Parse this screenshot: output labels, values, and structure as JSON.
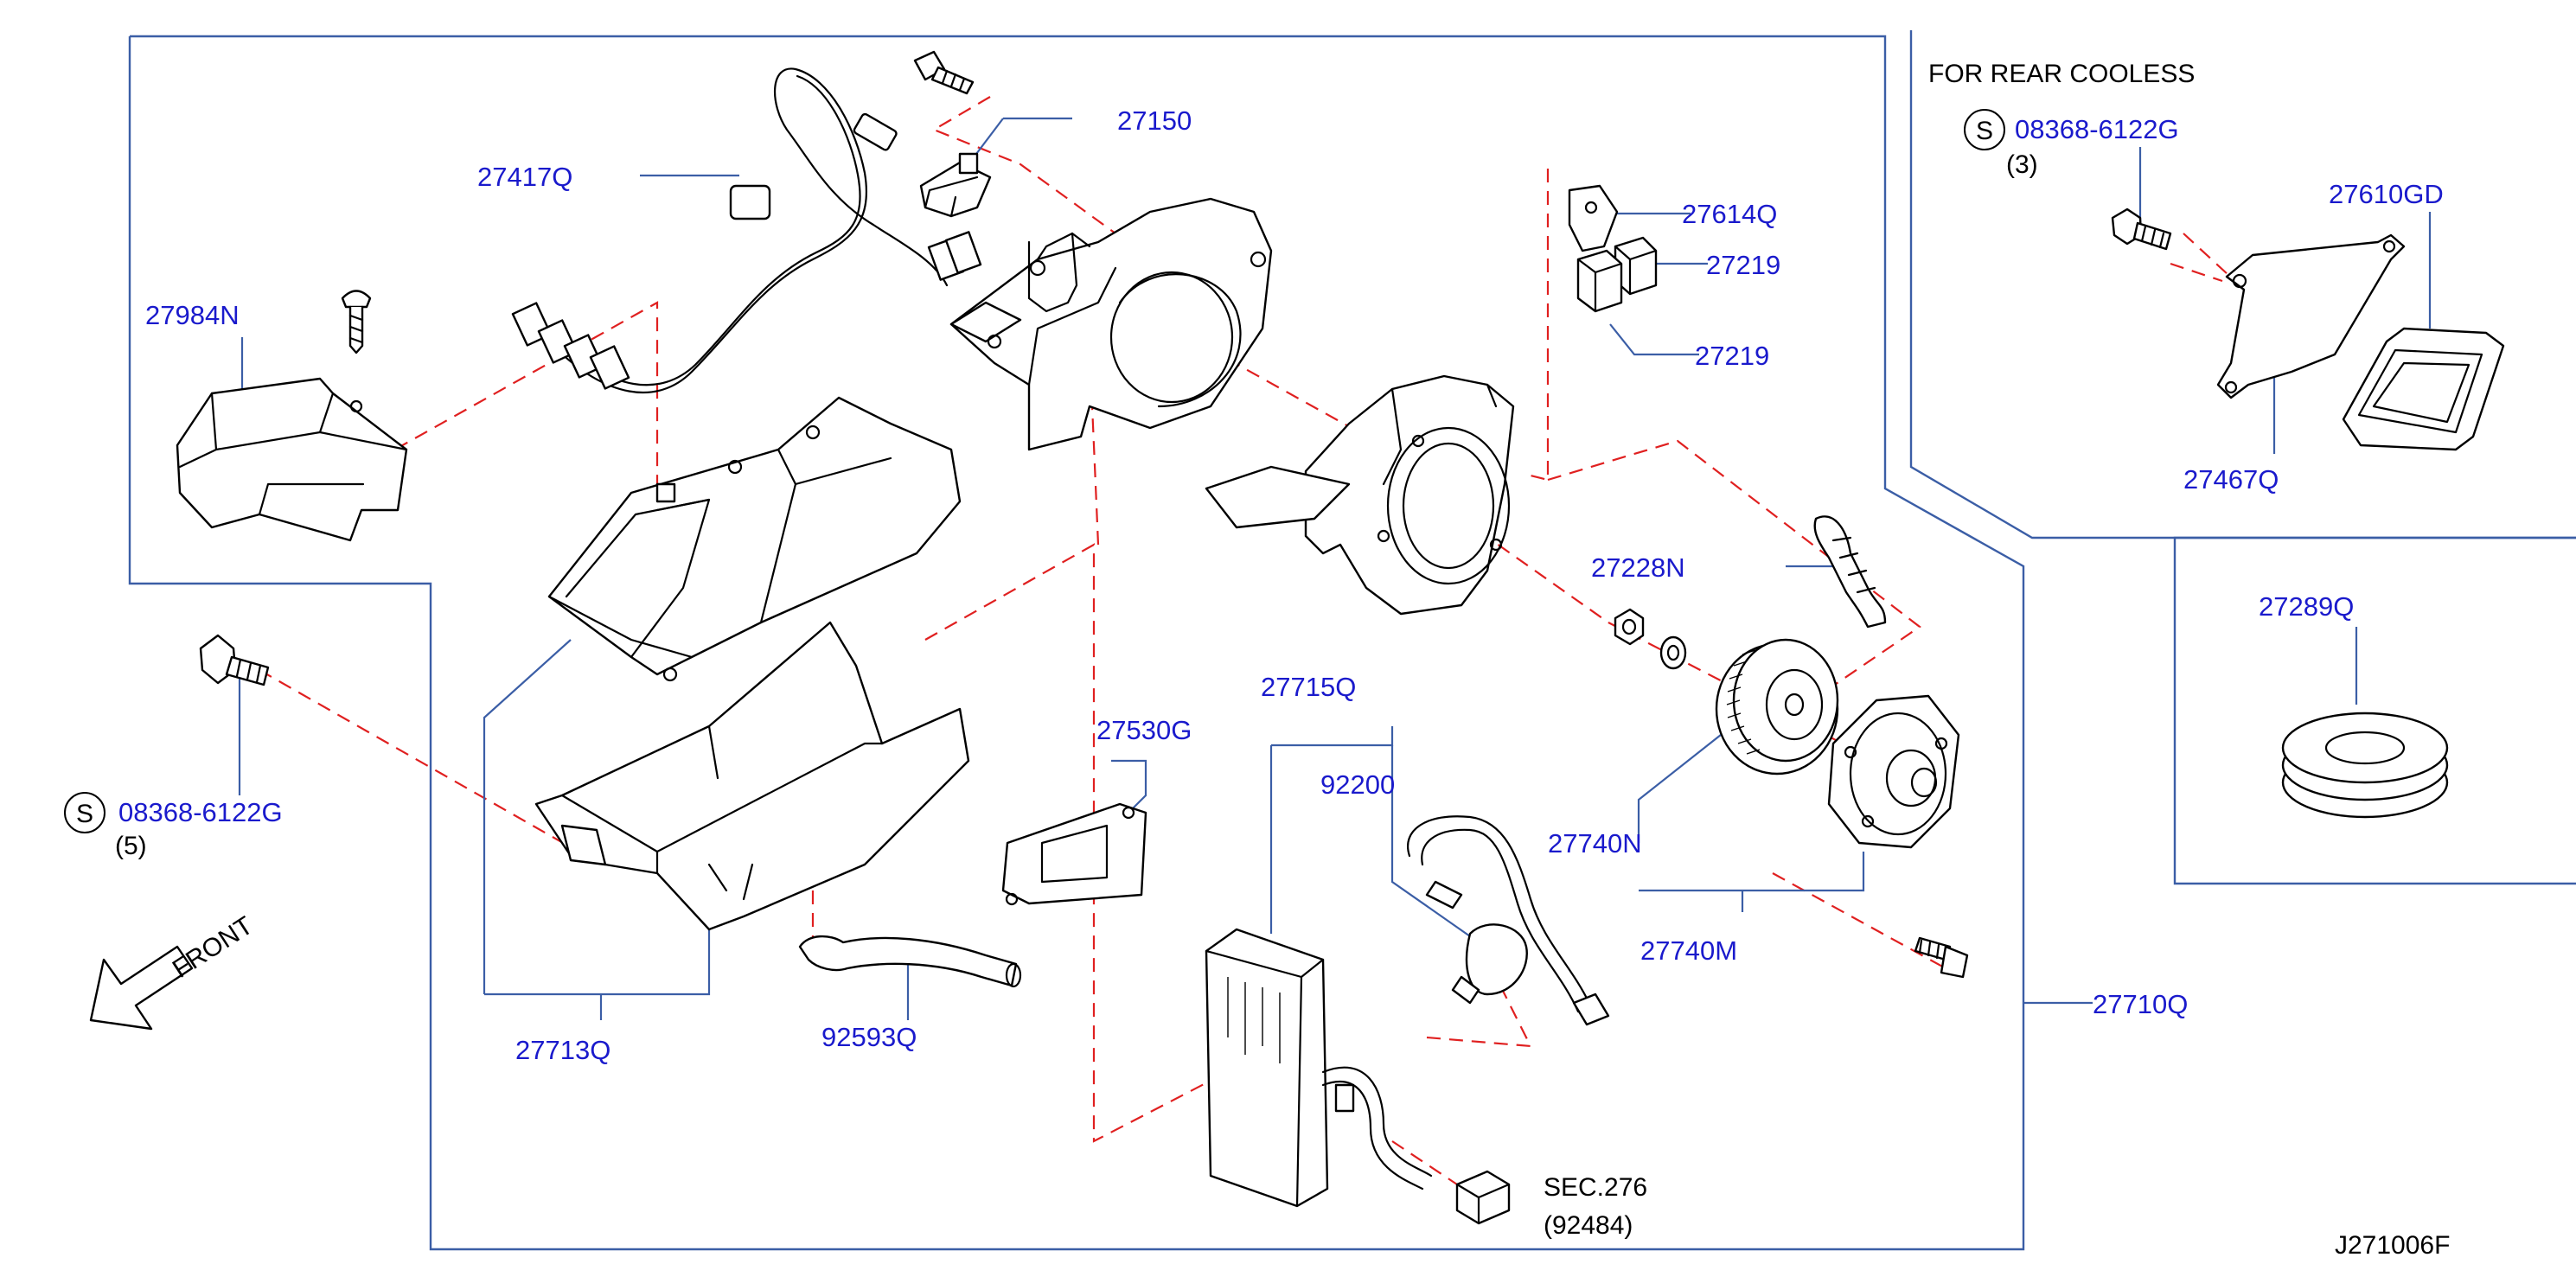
{
  "colors": {
    "label": "#1a1acc",
    "leader": "#3b5ea6",
    "dash": "#e02020",
    "linework": "#000000"
  },
  "labels": {
    "p27150": "27150",
    "p27417Q": "27417Q",
    "p27984N": "27984N",
    "p27614Q": "27614Q",
    "p27219_upper": "27219",
    "p27219_lower": "27219",
    "p27228N": "27228N",
    "p27715Q": "27715Q",
    "p92200": "92200",
    "p27530G": "27530G",
    "p27740N": "27740N",
    "p27740M": "27740M",
    "p27710Q": "27710Q",
    "p27713Q": "27713Q",
    "p92593Q": "92593Q",
    "p27610GD": "27610GD",
    "p27467Q": "27467Q",
    "p27289Q": "27289Q",
    "bolt_left": "08368-6122G",
    "bolt_right": "08368-6122G"
  },
  "notes": {
    "rear_cooler": "FOR  REAR  COOLESS",
    "s_symbol": "S",
    "qty_left": "(5)",
    "qty_right": "(3)",
    "sec": "SEC.276",
    "sec_part": "(92484)",
    "front": "FRONT",
    "diagram_id": "J271006F"
  }
}
